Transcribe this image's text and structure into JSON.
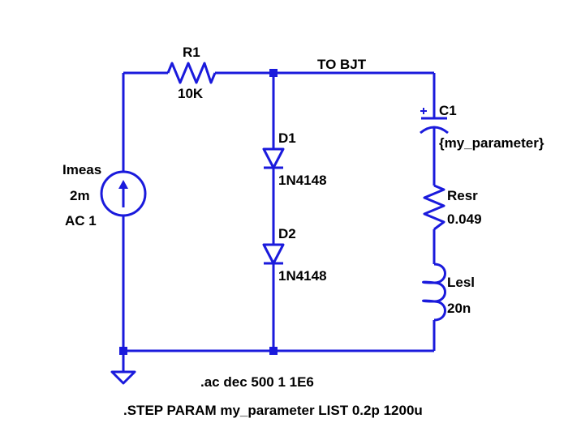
{
  "colors": {
    "wire": "#1a1adc",
    "text": "#000000",
    "background": "#ffffff"
  },
  "net_label": "TO  BJT",
  "current_source": {
    "name": "Imeas",
    "value": "2m",
    "ac": "AC 1"
  },
  "resistor_r1": {
    "name": "R1",
    "value": "10K"
  },
  "diode_d1": {
    "name": "D1",
    "model": "1N4148"
  },
  "diode_d2": {
    "name": "D2",
    "model": "1N4148"
  },
  "capacitor_c1": {
    "name": "C1",
    "value": "{my_parameter}"
  },
  "resistor_resr": {
    "name": "Resr",
    "value": "0.049"
  },
  "inductor_lesl": {
    "name": "Lesl",
    "value": "20n"
  },
  "directives": {
    "ac": ".ac dec 500 1 1E6",
    "step": ".STEP PARAM my_parameter LIST 0.2p 1200u"
  }
}
